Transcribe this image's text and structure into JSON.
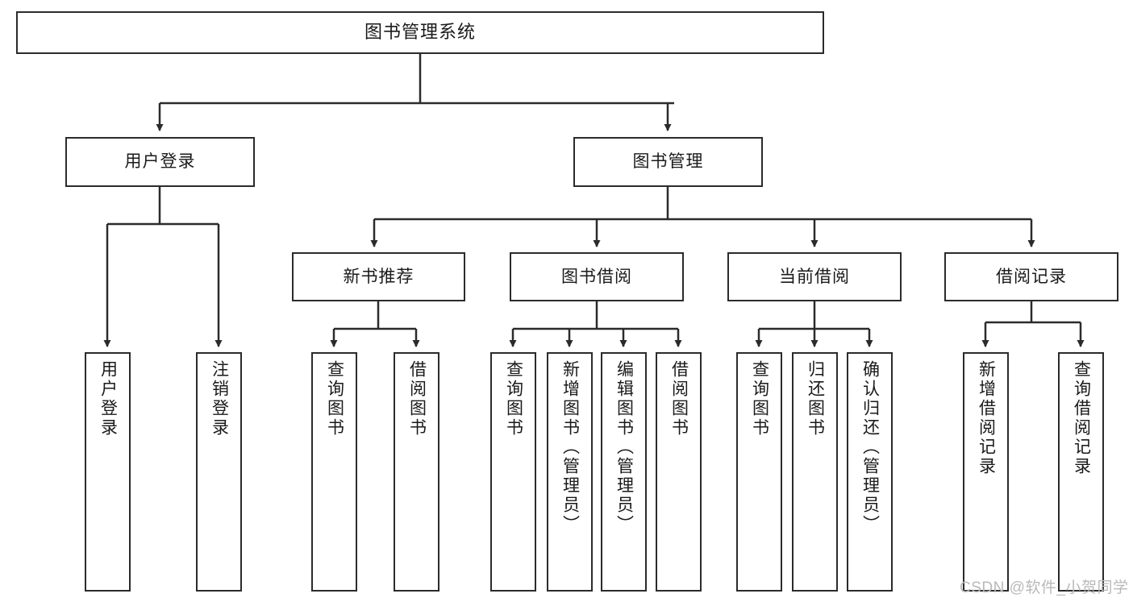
{
  "diagram": {
    "title_node": {
      "label": "图书管理系统"
    },
    "level2": [
      {
        "id": "user-login",
        "label": "用户登录"
      },
      {
        "id": "book-manage",
        "label": "图书管理"
      }
    ],
    "level3": [
      {
        "id": "new-book-recommend",
        "label": "新书推荐"
      },
      {
        "id": "book-borrow",
        "label": "图书借阅"
      },
      {
        "id": "current-borrow",
        "label": "当前借阅"
      },
      {
        "id": "borrow-record",
        "label": "借阅记录"
      }
    ],
    "leaves": {
      "user_login": [
        {
          "id": "leaf-user-login",
          "label": "用户登录"
        },
        {
          "id": "leaf-logout-login",
          "label": "注销登录"
        }
      ],
      "new_book_recommend": [
        {
          "id": "leaf-query-book-1",
          "label": "查询图书"
        },
        {
          "id": "leaf-borrow-book-1",
          "label": "借阅图书"
        }
      ],
      "book_borrow": [
        {
          "id": "leaf-query-book-2",
          "label": "查询图书"
        },
        {
          "id": "leaf-add-book",
          "label": "新增图书（管理员）"
        },
        {
          "id": "leaf-edit-book",
          "label": "编辑图书（管理员）"
        },
        {
          "id": "leaf-borrow-book-2",
          "label": "借阅图书"
        }
      ],
      "current_borrow": [
        {
          "id": "leaf-query-book-3",
          "label": "查询图书"
        },
        {
          "id": "leaf-return-book",
          "label": "归还图书"
        },
        {
          "id": "leaf-confirm-return",
          "label": "确认归还（管理员）"
        }
      ],
      "borrow_record": [
        {
          "id": "leaf-add-record",
          "label": "新增借阅记录"
        },
        {
          "id": "leaf-query-record",
          "label": "查询借阅记录"
        }
      ]
    },
    "watermark": "CSDN @软件_小贺同学",
    "colors": {
      "stroke": "#2b2b2b",
      "background": "#ffffff",
      "text": "#1a1a1a",
      "watermark": "#b9b9b9"
    }
  }
}
